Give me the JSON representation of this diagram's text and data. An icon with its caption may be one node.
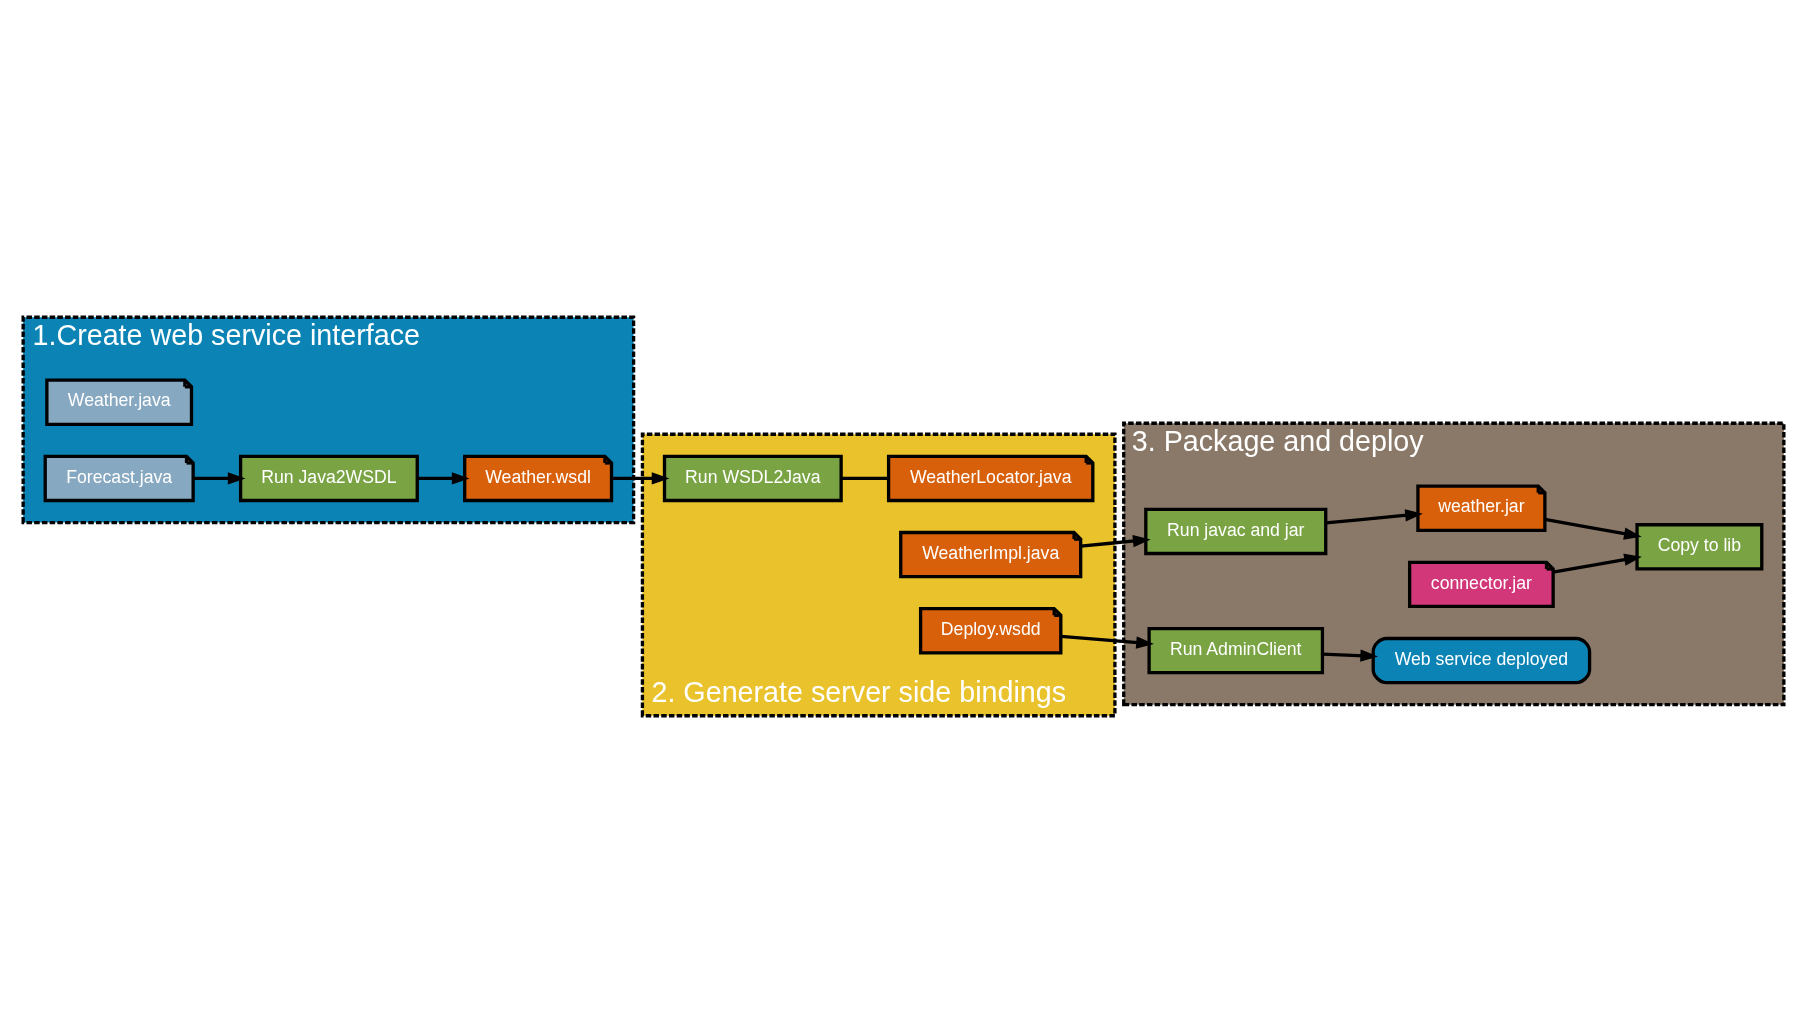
{
  "diagram": {
    "nodes": [
      {
        "text": [
          "1.Create web service interface"
        ]
      },
      {
        "text": [
          "Weather.java"
        ],
        "in": 0
      },
      {
        "text": [
          "Forecast.java"
        ],
        "in": 0
      },
      {
        "text": [
          "Run Java2WSDL"
        ],
        "in": 0
      },
      {
        "text": [
          "Weather.wsdl"
        ],
        "in": 0
      },
      {
        "text": [
          "2. Generate server side bindings"
        ]
      },
      {
        "text": [
          "Run WSDL2Java"
        ],
        "in": 5
      },
      {
        "text": [
          "WeatherLocator.java"
        ],
        "in": 5
      },
      {
        "text": [
          "WeatherImpl.java"
        ],
        "in": 5
      },
      {
        "text": [
          "Deploy.wsdd"
        ],
        "in": 5
      },
      {
        "text": [
          "3. Package and deploy"
        ]
      },
      {
        "text": [
          "Run javac and jar"
        ],
        "in": 10
      },
      {
        "text": [
          "connector.jar"
        ],
        "in": 10
      },
      {
        "text": [
          "weather.jar"
        ],
        "in": 10
      },
      {
        "text": [
          "Copy to lib"
        ],
        "in": 10
      },
      {
        "text": [
          "Run AdminClient"
        ],
        "in": 10
      },
      {
        "text": [
          "Web service deployed"
        ],
        "in": 10
      }
    ],
    "edges": [
      {
        "from": 2,
        "to": 3,
        "arrow": "to"
      },
      {
        "from": 3,
        "to": 4,
        "arrow": "to"
      },
      {
        "from": 4,
        "to": 6,
        "arrow": "to"
      },
      {
        "from": 6,
        "to": 7,
        "arrow": "none"
      },
      {
        "from": 8,
        "to": 11,
        "arrow": "to"
      },
      {
        "from": 11,
        "to": 13,
        "arrow": "to"
      },
      {
        "from": 13,
        "to": 14,
        "arrow": "to"
      },
      {
        "from": 12,
        "to": 14,
        "arrow": "to"
      },
      {
        "from": 9,
        "to": 15,
        "arrow": "to"
      },
      {
        "from": 15,
        "to": 16,
        "arrow": "to"
      }
    ]
  }
}
